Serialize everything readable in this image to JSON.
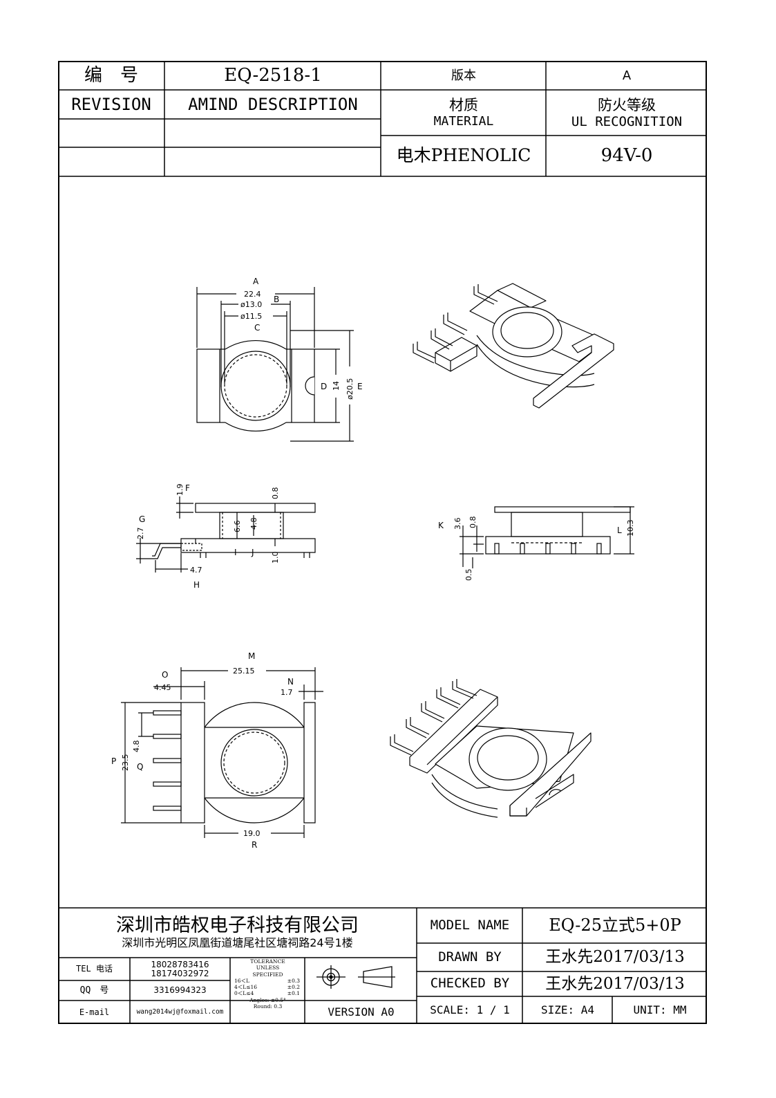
{
  "header": {
    "number_label": "编　号",
    "number_value": "EQ-2518-1",
    "version_label": "版本",
    "version_value": "A",
    "revision_label": "REVISION",
    "amend_label": "AMIND DESCRIPTION",
    "material_label_cn": "材质",
    "material_label_en": "MATERIAL",
    "fire_label_cn": "防火等级",
    "fire_label_en": "UL RECOGNITION",
    "material_value": "电木PHENOLIC",
    "fire_value": "94V-0"
  },
  "drawing": {
    "top_view": {
      "A": "A",
      "dim_a": "22.4",
      "B": "B",
      "dim_b": "ø13.0",
      "C": "C",
      "dim_c": "ø11.5",
      "D": "D",
      "dim_d": "14",
      "E": "E",
      "dim_e": "ø20.5"
    },
    "side_view": {
      "F": "F",
      "dim_f": "1.9",
      "G": "G",
      "dim_g": "2.7",
      "H": "H",
      "dim_h": "4.7",
      "I": "I",
      "J": "J",
      "dim_08": "0.8",
      "dim_66": "6.6",
      "dim_48": "4.8",
      "dim_10": "1.0"
    },
    "front_view": {
      "K": "K",
      "dim_36": "3.6",
      "dim_08": "0.8",
      "dim_05": "0.5",
      "L": "L",
      "dim_103": "10.3"
    },
    "bottom_view": {
      "M": "M",
      "dim_m": "25.15",
      "O": "O",
      "dim_o": "4.45",
      "N": "N",
      "dim_n": "1.7",
      "P": "P",
      "dim_p": "23.5",
      "Q": "Q",
      "dim_q": "4.8",
      "R": "R",
      "dim_r": "19.0"
    }
  },
  "title_block": {
    "company_name": "深圳市皓权电子科技有限公司",
    "company_address": "深圳市光明区凤凰街道塘尾社区塘祠路24号1楼",
    "tel_label": "TEL 电话",
    "tel_1": "18028783416",
    "tel_2": "18174032972",
    "qq_label": "QQ　号",
    "qq_value": "3316994323",
    "email_label": "E-mail",
    "email_value": "wang2014wj@foxmail.com",
    "tol_1": "TOLERANCE",
    "tol_2": "UNLESS",
    "tol_3": "SPECIFIED",
    "tol_l1": "16＜L",
    "tol_v1": "±0.3",
    "tol_l2": "4＜L≤16",
    "tol_v2": "±0.2",
    "tol_l3": "0＜L≤4",
    "tol_v3": "±0.1",
    "tol_angles": "Angles: ±0.5°",
    "tol_round": "Round: 0.3",
    "version": "VERSION A0",
    "model_label": "MODEL NAME",
    "model_value": "EQ-25立式5+0P",
    "drawn_label": "DRAWN BY",
    "drawn_value": "王水先2017/03/13",
    "checked_label": "CHECKED BY",
    "checked_value": "王水先2017/03/13",
    "scale": "SCALE: 1 / 1",
    "size": "SIZE: A4",
    "unit": "UNIT: MM"
  }
}
